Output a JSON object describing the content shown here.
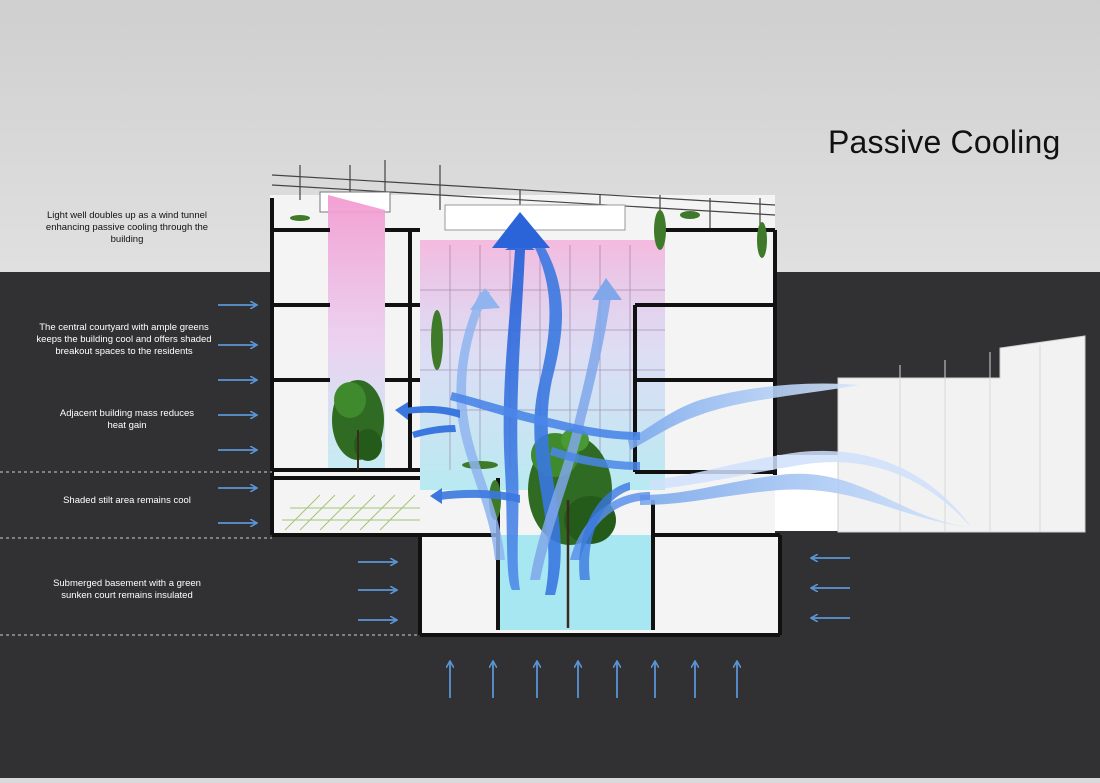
{
  "title": "Passive Cooling",
  "annotations": {
    "light_well": "Light well doubles up as a wind tunnel enhancing passive cooling through the building",
    "courtyard": "The central courtyard with ample greens keeps the building cool and offers shaded breakout spaces to the residents",
    "adjacent_mass": "Adjacent building mass reduces heat gain",
    "stilt": "Shaded stilt area remains cool",
    "basement": "Submerged basement with a green sunken court remains insulated"
  },
  "colors": {
    "sky": "#d9d9d9",
    "ground": "#2e2e30",
    "building_fill": "#f4f4f4",
    "structure": "#111111",
    "airflow": "#3a78e0",
    "airflow_light": "#cfe0fa",
    "light_well_tint": "#f39ad0",
    "court_tint": "#8ee3f0",
    "greenery": "#2f6b22",
    "arrow": "#5b95d6"
  },
  "icons": [
    "wind-arrow-icon",
    "tree-icon",
    "airflow-stream-icon"
  ]
}
